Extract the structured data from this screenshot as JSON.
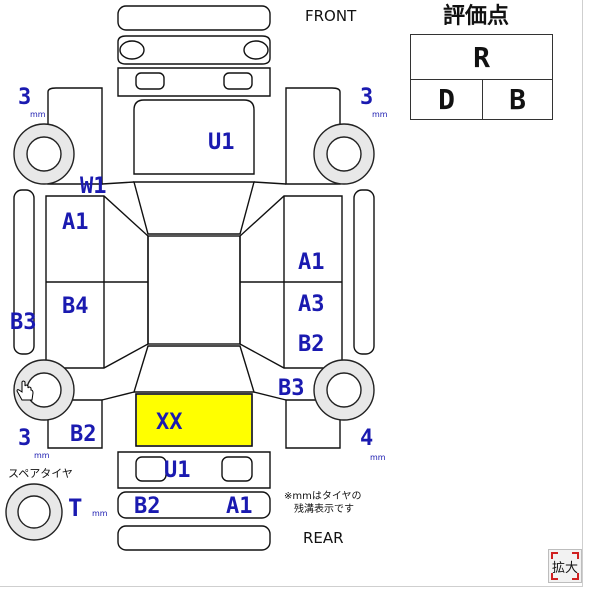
{
  "header": {
    "front_label": "FRONT",
    "rear_label": "REAR",
    "grade_title": "評価点"
  },
  "grade": {
    "overall": "R",
    "interior": "D",
    "exterior": "B"
  },
  "panels": {
    "roof": "U1",
    "left_front_fender": "W1",
    "left_front_door": "A1",
    "left_rear_door": "B4",
    "left_rocker": "B3",
    "left_rear_quarter": "B2",
    "right_front_door": "A1",
    "right_rear_door_upper": "A3",
    "right_rear_door_lower": "B2",
    "right_rear_quarter": "B3",
    "trunk": "XX",
    "rear_panel": "U1",
    "rear_bumper_left": "B2",
    "rear_bumper_right": "A1"
  },
  "tires": {
    "front_left": {
      "value": "3",
      "unit": "mm"
    },
    "front_right": {
      "value": "3",
      "unit": "mm"
    },
    "rear_left": {
      "value": "3",
      "unit": "mm"
    },
    "rear_right": {
      "value": "4",
      "unit": "mm"
    },
    "spare": {
      "label": "スペアタイヤ",
      "value": "T",
      "unit": "mm"
    }
  },
  "note": {
    "line1": "※mmはタイヤの",
    "line2": "残溝表示です"
  },
  "controls": {
    "zoom_label": "拡大"
  },
  "colors": {
    "highlight": "#ffff00",
    "label": "#1a1ab0",
    "outline": "#111111"
  }
}
